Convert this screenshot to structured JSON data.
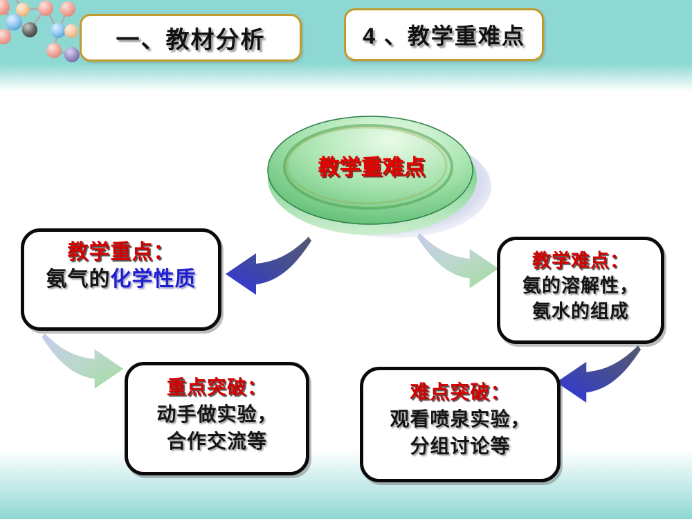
{
  "header": {
    "section_title": "一、教材分析",
    "page_title": "4 、教学重难点"
  },
  "center": {
    "label": "教学重难点"
  },
  "boxes": {
    "left": {
      "title": "教学重点：",
      "body_black": "氨气的",
      "body_blue": "化学性质"
    },
    "right": {
      "title": "教学难点：",
      "line1": "氨的溶解性，",
      "line2": "氨水的组成"
    },
    "bottom_left": {
      "title": "重点突破：",
      "line1": "动手做实验，",
      "line2": "合作交流等"
    },
    "bottom_right": {
      "title": "难点突破：",
      "line1": "观看喷泉实验，",
      "line2": "分组讨论等"
    }
  },
  "icons": {
    "molecule": "molecule-graphic"
  },
  "colors": {
    "band_teal": "#8ed8d4",
    "title_border_gold": "#c09c30",
    "emphasis_red": "#d40000",
    "emphasis_blue": "#1f1fd0",
    "arrow_blue_head": "#3438d4",
    "arrow_blue_tail": "#565a6e",
    "arrow_green_head": "#a6dba4",
    "arrow_green_tail": "#c6cbec",
    "disk_green_edge": "#4fae63",
    "disk_green_light": "#e8fae8"
  }
}
